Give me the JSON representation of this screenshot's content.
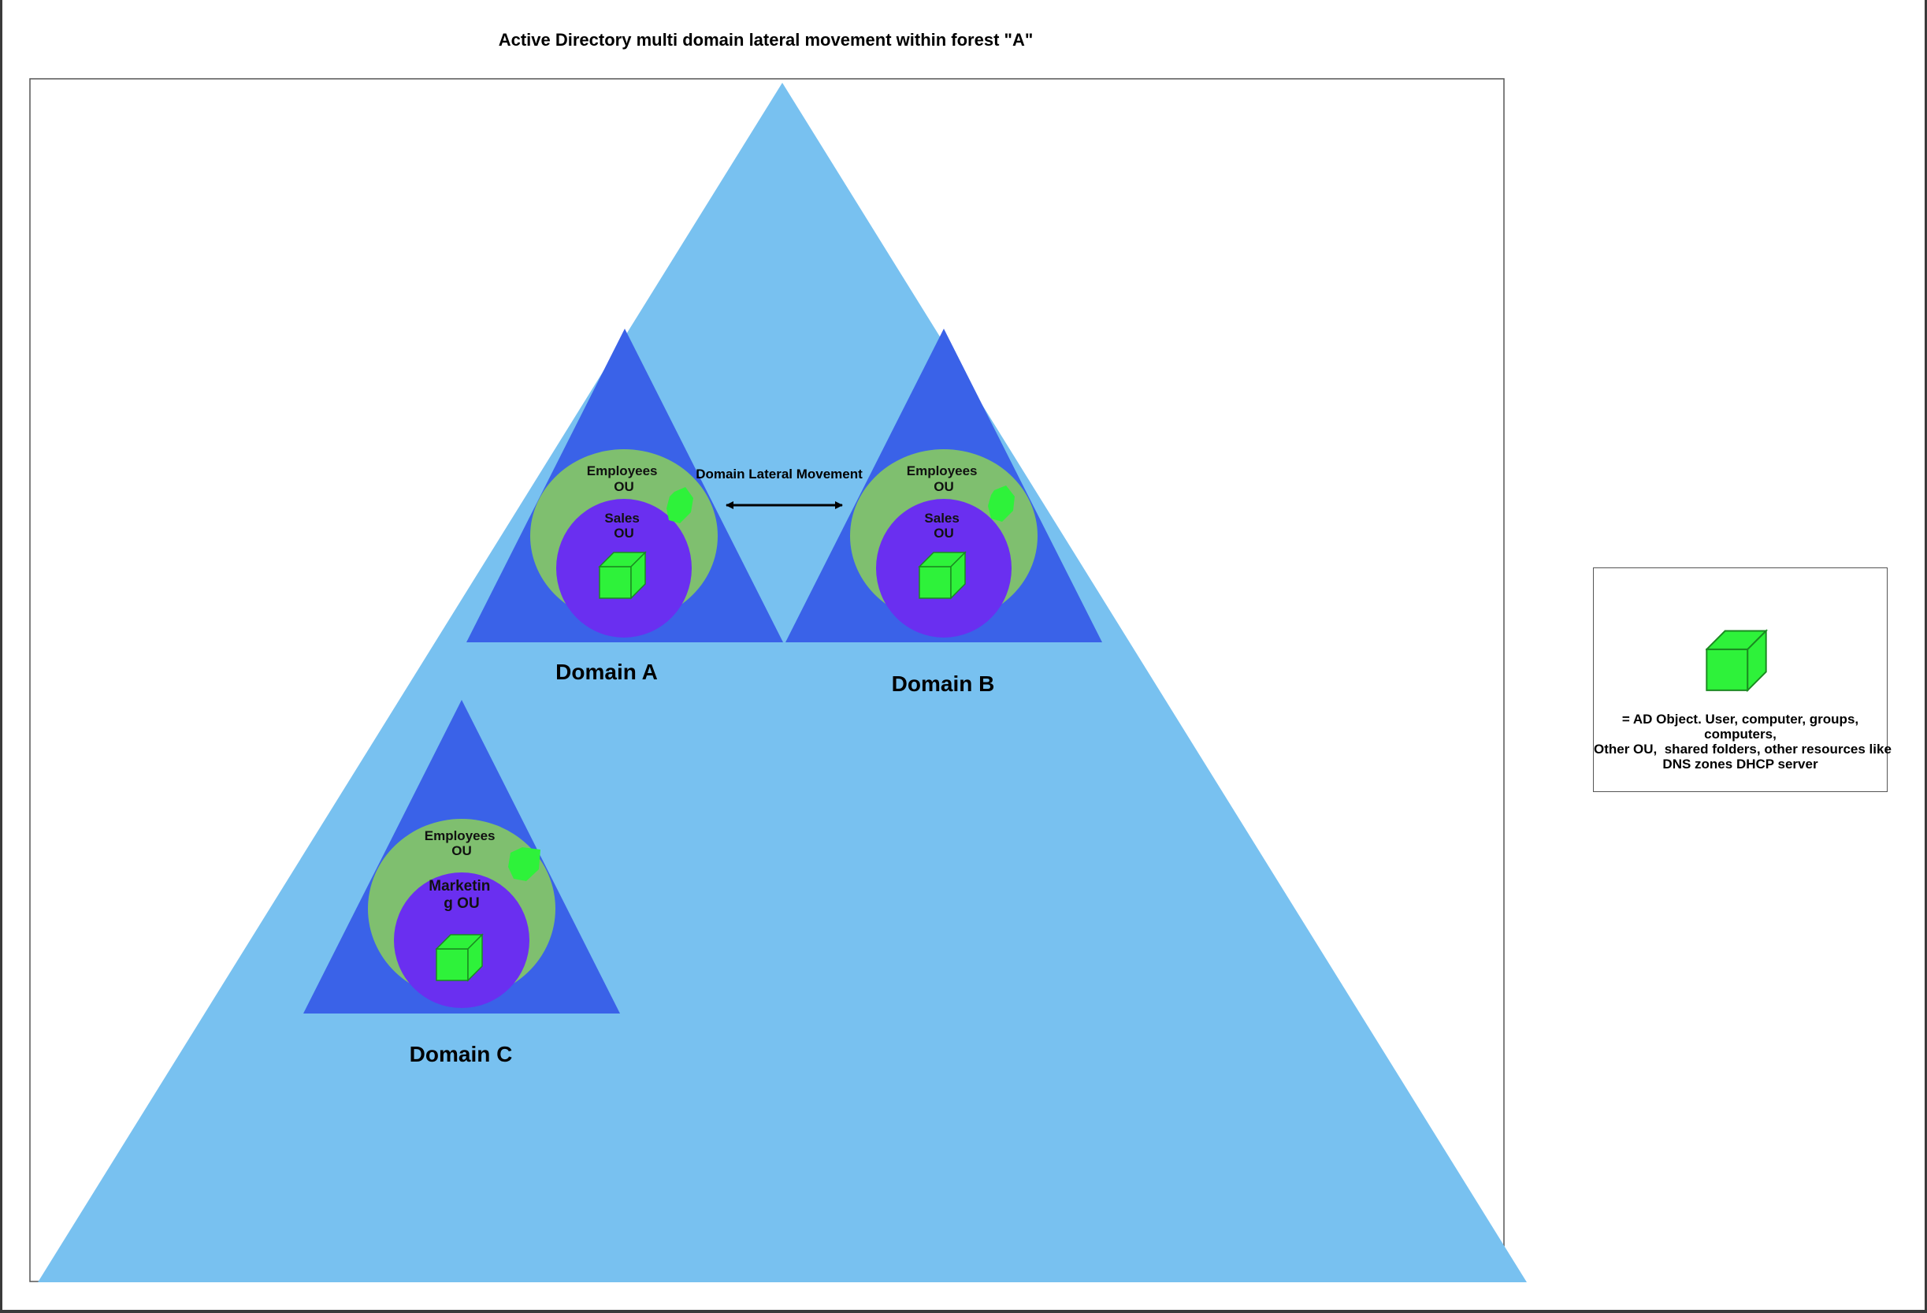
{
  "title": "Active Directory multi domain lateral movement within forest \"A\"",
  "colors": {
    "forest": "#78c1f0",
    "domain": "#3a62e8",
    "employees_ou": "#7fbf6f",
    "sub_ou": "#6a2ff0",
    "ad_object": "#2ef23a",
    "ad_object_edge": "#1a8a20"
  },
  "arrow": {
    "label": "Domain Lateral Movement"
  },
  "domains": {
    "a": {
      "label": "Domain A",
      "outer_ou": [
        "Employees",
        "OU"
      ],
      "inner_ou": [
        "Sales",
        "OU"
      ]
    },
    "b": {
      "label": "Domain B",
      "outer_ou": [
        "Employees",
        "OU"
      ],
      "inner_ou": [
        "Sales",
        "OU"
      ]
    },
    "c": {
      "label": "Domain C",
      "outer_ou": [
        "Employees",
        "OU"
      ],
      "inner_ou": [
        "Marketin",
        "g OU"
      ]
    }
  },
  "legend": {
    "icon": "cube-icon",
    "lines": [
      "= AD Object. User, computer, groups,",
      "computers,",
      "Other OU,  shared folders, other resources like",
      "DNS zones DHCP server"
    ]
  }
}
